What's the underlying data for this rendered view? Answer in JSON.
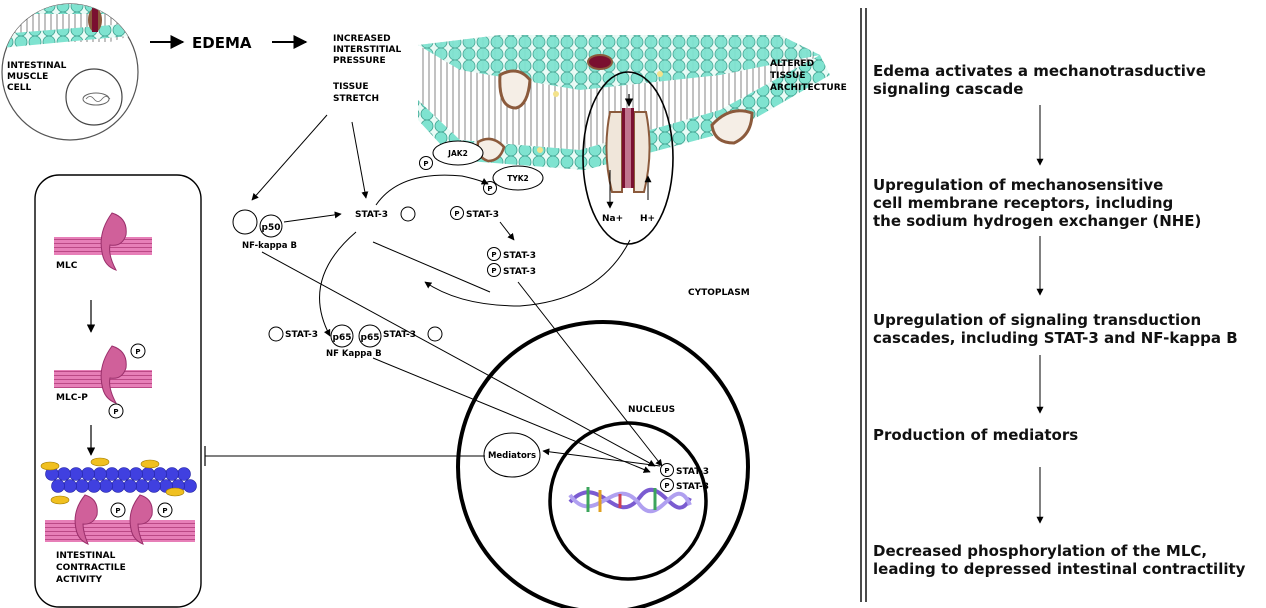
{
  "labels": {
    "intestinal_muscle_cell": [
      "INTESTINAL",
      "MUSCLE",
      "CELL"
    ],
    "edema": "EDEMA",
    "increased_interstitial_pressure": [
      "INCREASED",
      "INTERSTITIAL",
      "PRESSURE"
    ],
    "tissue_stretch": [
      "TISSUE",
      "STRETCH"
    ],
    "altered_tissue_architecture": [
      "ALTERED",
      "TISSUE",
      "ARCHITECTURE"
    ],
    "jak2": "JAK2",
    "tyk2": "TYK2",
    "p": "P",
    "stat3": "STAT-3",
    "p50": "p50",
    "nf_kappa_b": "NF-kappa B",
    "p65": "p65",
    "nf_kappa_b_2": "NF Kappa B",
    "na": "Na+",
    "h": "H+",
    "cytoplasm": "CYTOPLASM",
    "nucleus": "NUCLEUS",
    "mediators": "Mediators",
    "mlc": "MLC",
    "mlc_p": "MLC-P",
    "intestinal_contractile_activity": [
      "INTESTINAL",
      "CONTRACTILE",
      "ACTIVITY"
    ]
  },
  "flow_steps": [
    [
      "Edema activates a mechanotrasductive",
      "signaling cascade"
    ],
    [
      "Upregulation of mechanosensitive",
      "cell membrane receptors, including",
      "the sodium hydrogen exchanger (NHE)"
    ],
    [
      "Upregulation of signaling transduction",
      "cascades, including STAT-3 and NF-kappa B"
    ],
    [
      "Production of mediators"
    ],
    [
      "Decreased phosphorylation of the MLC,",
      "leading to depressed intestinal contractility"
    ]
  ],
  "colors": {
    "membrane_head": "#7fe3d0",
    "membrane_tail": "#666666",
    "channel_brown": "#8b5a3c",
    "channel_maroon": "#7a1030",
    "myosin_pink": "#d0609a",
    "actin_blue": "#4040e0",
    "tropomyosin_yellow": "#f0c020"
  }
}
